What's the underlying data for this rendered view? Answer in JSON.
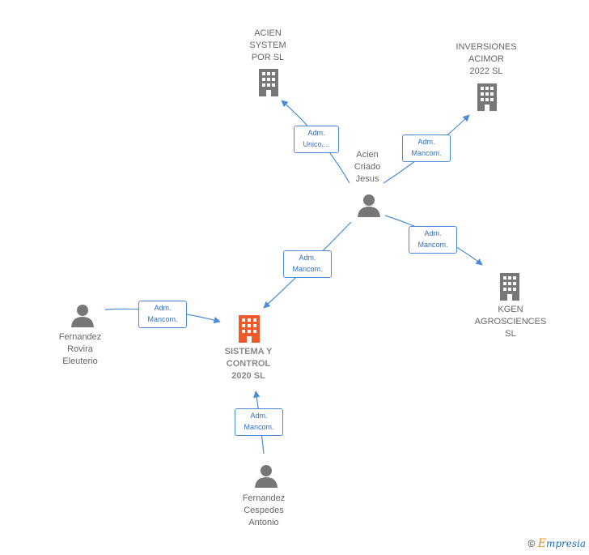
{
  "nodes": {
    "acien_system": {
      "label": "ACIEN\nSYSTEM\nPOR SL",
      "kind": "company"
    },
    "inversiones": {
      "label": "INVERSIONES\nACIMOR\n2022  SL",
      "kind": "company"
    },
    "acien_jesus": {
      "label": "Acien\nCriado\nJesus",
      "kind": "person"
    },
    "kgen": {
      "label": "KGEN\nAGROSCIENCES\nSL",
      "kind": "company"
    },
    "fernandez_rovira": {
      "label": "Fernandez\nRovira\nEleuterio",
      "kind": "person"
    },
    "sistema": {
      "label": "SISTEMA Y\nCONTROL\n2020  SL",
      "kind": "focus-company"
    },
    "fernandez_cespedes": {
      "label": "Fernandez\nCespedes\nAntonio",
      "kind": "person"
    }
  },
  "edges": {
    "e1": {
      "label": "Adm.\nUnico,...",
      "from": "acien_jesus",
      "to": "acien_system"
    },
    "e2": {
      "label": "Adm.\nMancom.",
      "from": "acien_jesus",
      "to": "inversiones"
    },
    "e3": {
      "label": "Adm.\nMancom.",
      "from": "acien_jesus",
      "to": "kgen"
    },
    "e4": {
      "label": "Adm.\nMancom.",
      "from": "acien_jesus",
      "to": "sistema"
    },
    "e5": {
      "label": "Adm.\nMancom.",
      "from": "fernandez_rovira",
      "to": "sistema"
    },
    "e6": {
      "label": "Adm.\nMancom.",
      "from": "fernandez_cespedes",
      "to": "sistema"
    }
  },
  "colors": {
    "edge": "#4a8ad6",
    "company_icon": "#777777",
    "person_icon": "#777777",
    "focus_icon": "#f0592a"
  },
  "footer": {
    "copyright": "©",
    "brand_first": "E",
    "brand_rest": "mpresia"
  }
}
